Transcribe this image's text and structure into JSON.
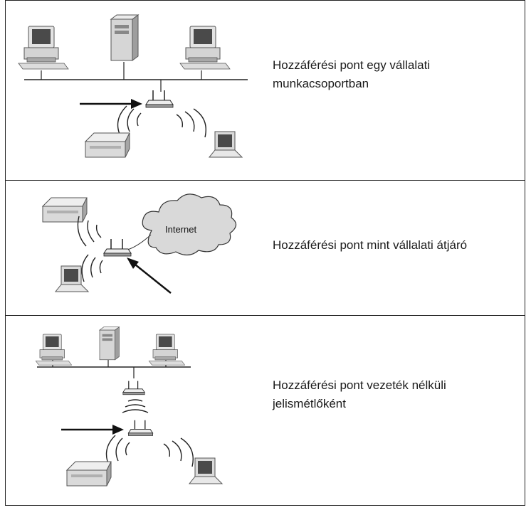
{
  "colors": {
    "line": "#222222",
    "device_light": "#e6e6e6",
    "device_mid": "#bdbdbd",
    "device_dark": "#8a8a8a",
    "screen": "#4a4a4a",
    "cloud": "#d9d9d9"
  },
  "rows": [
    {
      "caption": "Hozzáférési pont egy vállalati munkacsoportban"
    },
    {
      "caption": "Hozzáférési pont mint vállalati átjáró",
      "cloud_label": "Internet"
    },
    {
      "caption": "Hozzáférési pont vezeték nélküli jelismétlőként"
    }
  ]
}
